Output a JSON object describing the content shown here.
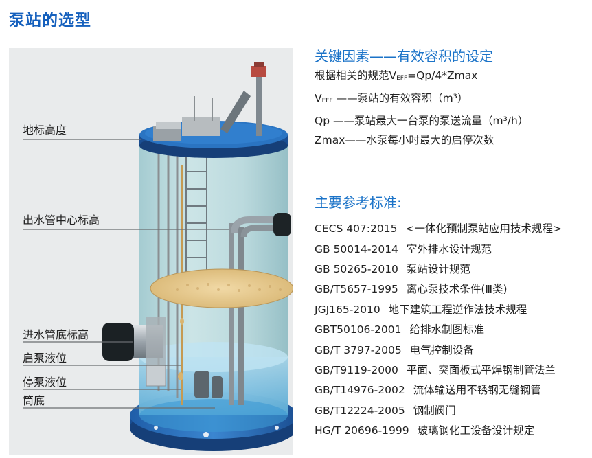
{
  "page": {
    "title": "泵站的选型"
  },
  "figure": {
    "labels": {
      "ground_level": "地标高度",
      "outlet_center": "出水管中心标高",
      "inlet_bottom": "进水管底标高",
      "start_level": "启泵液位",
      "stop_level": "停泵液位",
      "bottom": "筒底"
    }
  },
  "key_factor": {
    "title": "关键因素——有效容积的设定",
    "formula_prefix": "根据相关的规范V",
    "formula_sub": "EFF",
    "formula_suffix": "=Qp/4*Zmax",
    "veff_prefix": "V",
    "veff_sub": "EFF",
    "veff_suffix": " ——泵站的有效容积（m³）",
    "qp": "Qp ——泵站最大一台泵的泵送流量（m³/h）",
    "zmax": "Zmax——水泵每小时最大的启停次数"
  },
  "standards": {
    "title": "主要参考标准:",
    "items": [
      {
        "code": "CECS 407:2015",
        "name": "<一体化预制泵站应用技术规程>"
      },
      {
        "code": "GB 50014-2014",
        "name": "室外排水设计规范"
      },
      {
        "code": "GB 50265-2010",
        "name": "泵站设计规范"
      },
      {
        "code": "GB/T5657-1995",
        "name": "离心泵技术条件(Ⅲ类)"
      },
      {
        "code": "JGJ165-2010",
        "name": "地下建筑工程逆作法技术规程"
      },
      {
        "code": "GBT50106-2001",
        "name": "给排水制图标准"
      },
      {
        "code": "GB/T 3797-2005",
        "name": "电气控制设备"
      },
      {
        "code": "GB/T9119-2000",
        "name": "平面、突面板式平焊钢制管法兰"
      },
      {
        "code": "GB/T14976-2002",
        "name": "流体输送用不锈钢无缝钢管"
      },
      {
        "code": "GB/T12224-2005",
        "name": "钢制阀门"
      },
      {
        "code": "HG/T 20696-1999",
        "name": "玻璃钢化工设备设计规定"
      }
    ]
  }
}
